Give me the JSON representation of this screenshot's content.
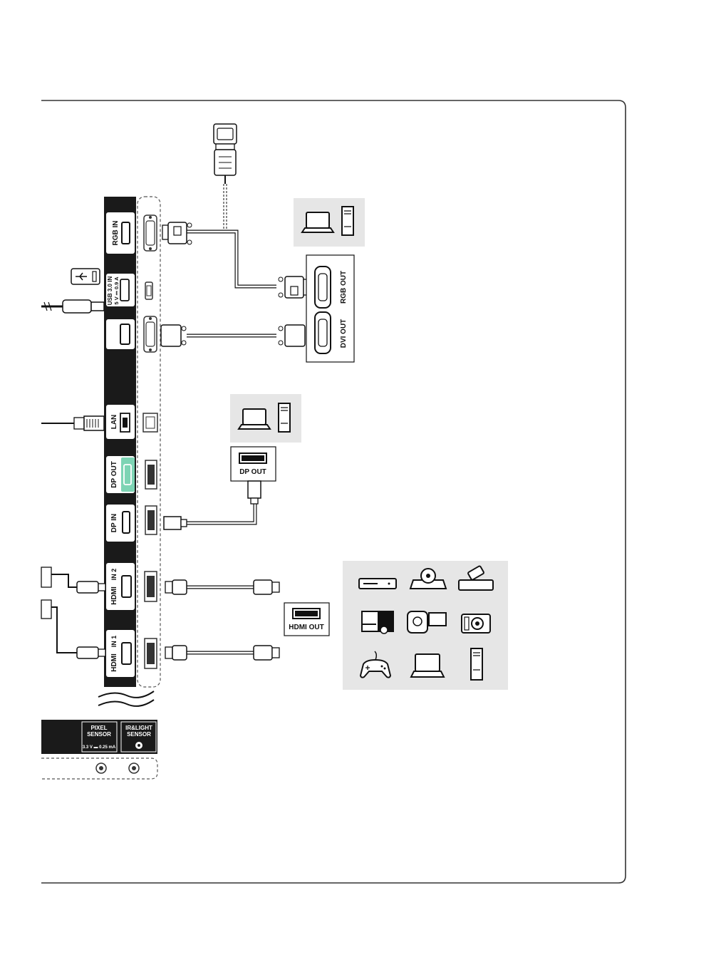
{
  "panel": {
    "rgb_in": "RGB IN",
    "usb_line1": "USB 3.0 IN",
    "usb_line2": "5 V ⎓ 0.9 A",
    "lan": "LAN",
    "dp_out": "DP OUT",
    "dp_in": "DP IN",
    "hdmi_logo": "HDMI",
    "hdmi_in_2": "IN 2",
    "hdmi_in_1": "IN 1"
  },
  "sensors": {
    "pixel_line1": "PIXEL",
    "pixel_line2": "SENSOR",
    "pixel_spec": "3.3 V ▬ 0.25 mA",
    "ir_line1": "IR&LIGHT",
    "ir_line2": "SENSOR"
  },
  "device_ports": {
    "rgb_out": "RGB OUT",
    "dvi_out": "DVI OUT",
    "dp_out": "DP OUT",
    "hdmi_out": "HDMI OUT"
  },
  "icons": {
    "usb": "usb-icon",
    "pc": [
      "laptop-icon",
      "desktop-tower-icon"
    ],
    "av": [
      "dvd-player-icon",
      "disc-player-icon",
      "set-top-box-icon",
      "blu-ray-icon",
      "camcorder-icon",
      "camera-icon",
      "game-controller-icon",
      "laptop-icon",
      "desktop-tower-icon"
    ]
  },
  "colors": {
    "panel": "#1a1a1a",
    "dp_out_highlight": "#7dd4b4",
    "device_box": "#e6e6e6",
    "frame": "#333333"
  }
}
